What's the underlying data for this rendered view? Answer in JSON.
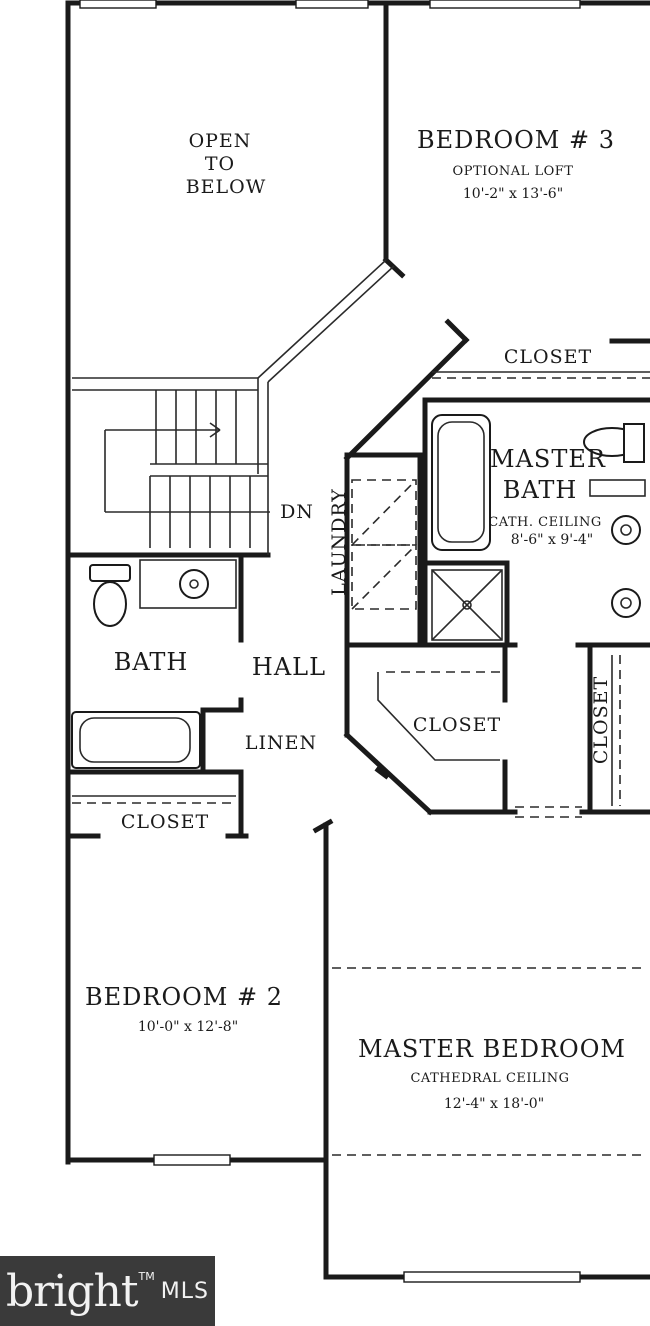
{
  "floor_plan": {
    "open_to_below": [
      "OPEN",
      "TO",
      "BELOW"
    ],
    "bedroom3": {
      "name": "BEDROOM",
      "number": "3",
      "note": "OPTIONAL LOFT",
      "dims": "10'-2\" x 13'-6\""
    },
    "closet_top": "CLOSET",
    "master_bath": {
      "name_line1": "MASTER",
      "name_line2": "BATH",
      "note": "CATH. CEILING",
      "dims": "8'-6\" x 9'-4\""
    },
    "stairs_label": "DN",
    "laundry": "LAUNDRY",
    "bath": "BATH",
    "hall": "HALL",
    "linen": "LINEN",
    "closet_mid": "CLOSET",
    "closet_side": "CLOSET",
    "closet_bath": "CLOSET",
    "bedroom2": {
      "name": "BEDROOM",
      "number": "2",
      "dims": "10'-0\" x 12'-8\""
    },
    "master_bedroom": {
      "name": "MASTER BEDROOM",
      "note": "CATHEDRAL CEILING",
      "dims": "12'-4\" x 18'-0\""
    }
  },
  "watermark": {
    "brand": "bright",
    "mark": "TM",
    "suffix": "MLS"
  },
  "colors": {
    "line": "#1a1a1a",
    "paper": "#ffffff",
    "badge": "#3a3a3a"
  }
}
